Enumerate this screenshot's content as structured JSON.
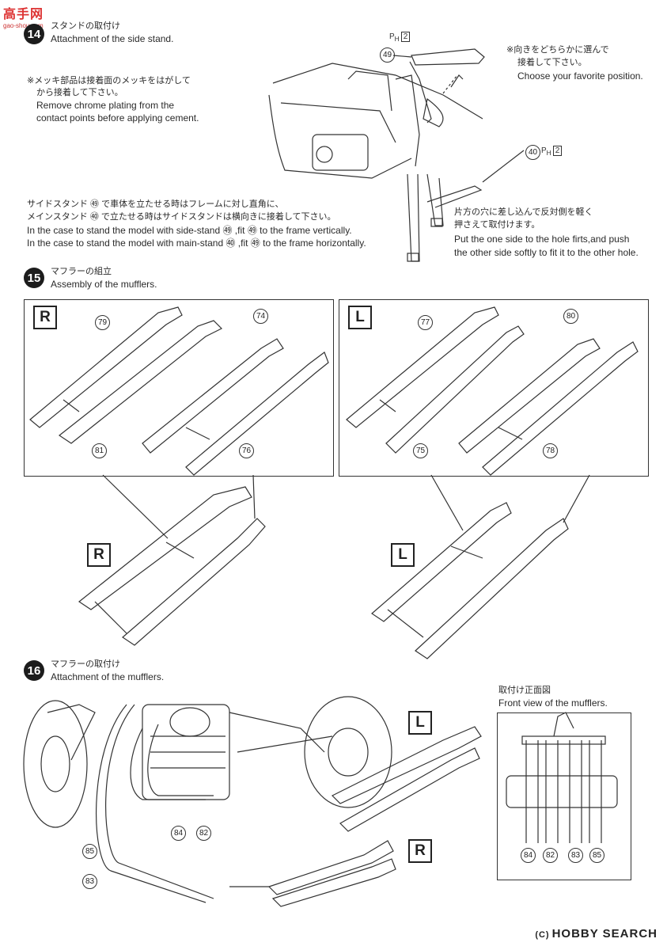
{
  "watermark_top": {
    "line1": "高手网",
    "line2": "gao-shou.com"
  },
  "step14": {
    "number": "14",
    "title_jp": "スタンドの取付け",
    "title_en": "Attachment of the side stand.",
    "note1_jp_a": "※メッキ部品は接着面のメッキをはがして",
    "note1_jp_b": "から接着して下さい。",
    "note1_en_a": "Remove chrome plating from the",
    "note1_en_b": "contact points before applying cement.",
    "note2_jp_a": "※向きをどちらかに選んで",
    "note2_jp_b": "接着して下さい。",
    "note2_en": "Choose your favorite position.",
    "note3_jp_a": "サイドスタンド ㊾ で車体を立たせる時はフレームに対し直角に、",
    "note3_jp_b": "メインスタンド ㊵ で立たせる時はサイドスタンドは横向きに接着して下さい。",
    "note3_en_a": "In the case to stand the model with side-stand ㊾ ,fit ㊾ to the frame vertically.",
    "note3_en_b": "In the case to stand the model with main-stand ㊵ ,fit ㊾ to the frame horizontally.",
    "note4_jp_a": "片方の穴に差し込んで反対側を軽く",
    "note4_jp_b": "押さえて取付けます。",
    "note4_en_a": "Put the one side to the hole firts,and push",
    "note4_en_b": "the other side softly to fit it to the other hole.",
    "parts": [
      "49",
      "40"
    ],
    "ph_label": "P",
    "ph_sub": "H",
    "ph_num": "2"
  },
  "step15": {
    "number": "15",
    "title_jp": "マフラーの組立",
    "title_en": "Assembly of the mufflers.",
    "left_panel": {
      "side": "R",
      "parts": [
        "79",
        "74",
        "81",
        "76"
      ]
    },
    "right_panel": {
      "side": "L",
      "parts": [
        "77",
        "80",
        "75",
        "78"
      ]
    },
    "assembled_left_side": "R",
    "assembled_right_side": "L"
  },
  "step16": {
    "number": "16",
    "title_jp": "マフラーの取付け",
    "title_en": "Attachment of the mufflers.",
    "side_upper": "L",
    "side_lower": "R",
    "parts_main": [
      "84",
      "82",
      "85",
      "83"
    ],
    "front_view_jp": "取付け正面図",
    "front_view_en": "Front view of the mufflers.",
    "front_view_parts": [
      "84",
      "82",
      "83",
      "85"
    ]
  },
  "footer": {
    "copyright": "(C)",
    "brand": "HOBBY SEARCH"
  }
}
